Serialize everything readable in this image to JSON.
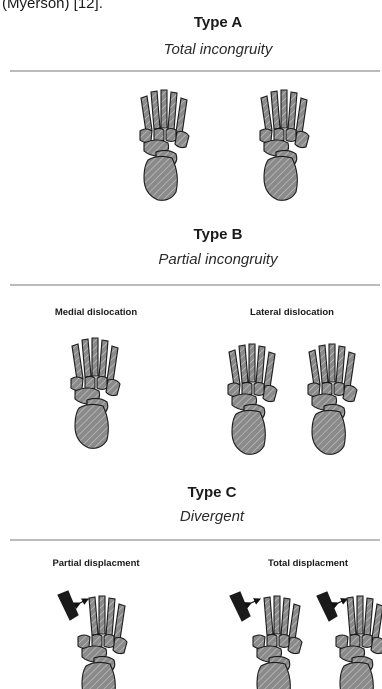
{
  "top_fragment": "(Myerson) [12].",
  "sections": [
    {
      "id": "type-a",
      "title": "Type A",
      "subtitle": "Total incongruity",
      "panels": []
    },
    {
      "id": "type-b",
      "title": "Type B",
      "subtitle": "Partial incongruity",
      "panels": [
        "Medial dislocation",
        "Lateral dislocation"
      ]
    },
    {
      "id": "type-c",
      "title": "Type C",
      "subtitle": "Divergent",
      "panels": [
        "Partial displacment",
        "Total displacment"
      ]
    }
  ]
}
